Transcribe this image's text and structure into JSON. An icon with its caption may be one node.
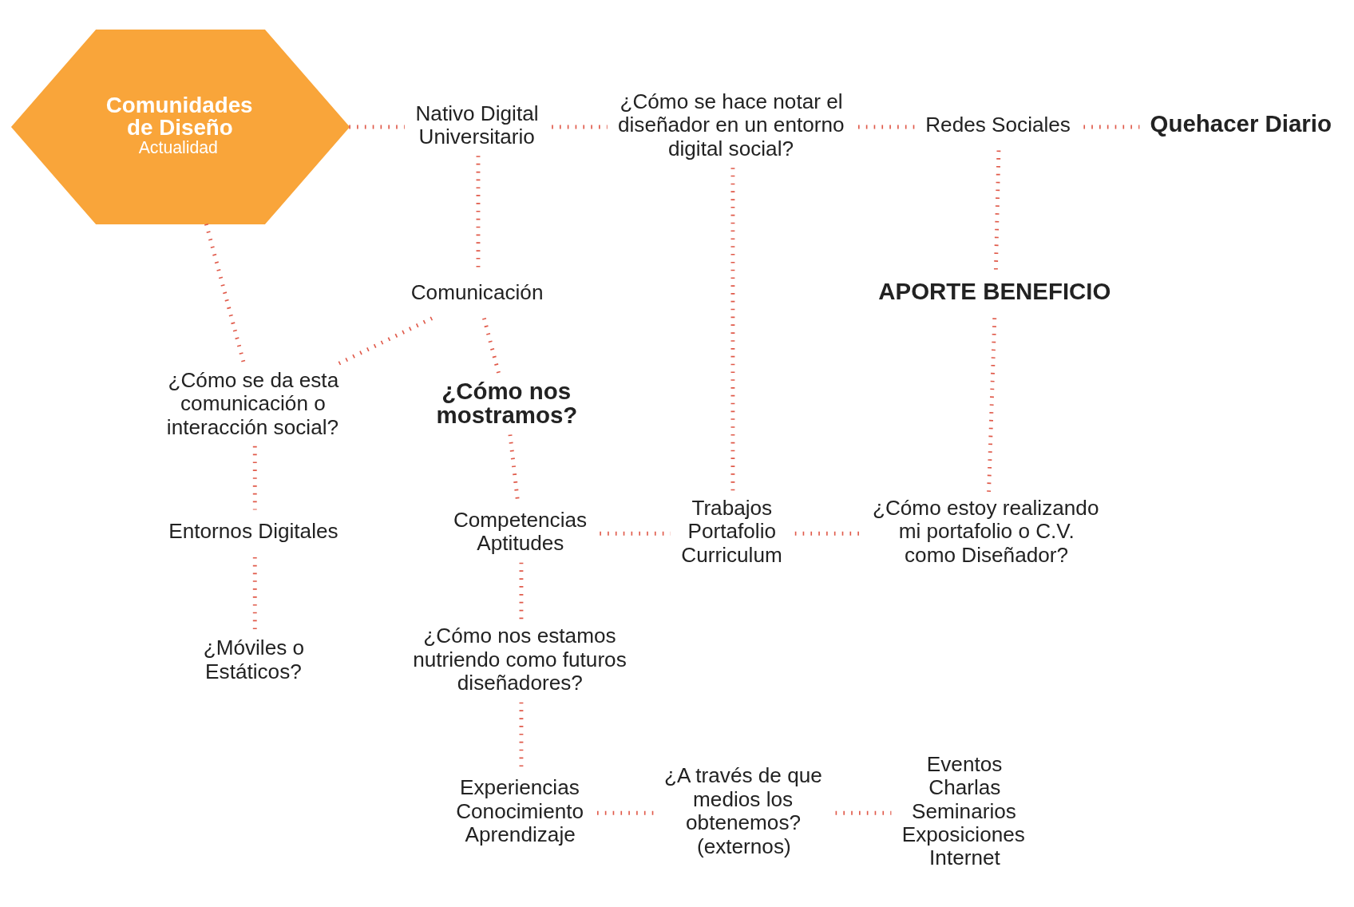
{
  "diagram": {
    "nodes": [
      {
        "text": [
          "Comunidades de Diseño",
          "Actualidad"
        ]
      },
      {
        "text": [
          "Nativo Digital Universitario"
        ]
      },
      {
        "text": [
          "¿Cómo se hace notar el diseñador en un entorno digital social?"
        ]
      },
      {
        "text": [
          "Redes Sociales"
        ]
      },
      {
        "text": [
          "Quehacer Diario"
        ]
      },
      {
        "text": [
          "Comunicación"
        ]
      },
      {
        "text": [
          "¿Cómo nos mostramos?"
        ]
      },
      {
        "text": [
          "APORTE BENEFICIO"
        ]
      },
      {
        "text": [
          "¿Cómo se da esta comunicación o interacción social?"
        ]
      },
      {
        "text": [
          "Competencias Aptitudes"
        ]
      },
      {
        "text": [
          "Trabajos Portafolio Curriculum"
        ]
      },
      {
        "text": [
          "¿Cómo estoy realizando mi portafolio o C.V. como Diseñador?"
        ]
      },
      {
        "text": [
          "Entornos Digitales"
        ]
      },
      {
        "text": [
          "¿Cómo nos estamos nutriendo como futuros diseñadores?"
        ]
      },
      {
        "text": [
          "¿Móviles o Estáticos?"
        ]
      },
      {
        "text": [
          "Experiencias Conocimiento Aprendizaje"
        ]
      },
      {
        "text": [
          "¿A través de que medios los obtenemos? (externos)"
        ]
      },
      {
        "text": [
          "Eventos Charlas Seminarios Exposiciones Internet"
        ]
      }
    ],
    "edges": [
      {
        "from": 0,
        "to": 1,
        "arrow": "none"
      },
      {
        "from": 1,
        "to": 2,
        "arrow": "none"
      },
      {
        "from": 2,
        "to": 3,
        "arrow": "none"
      },
      {
        "from": 3,
        "to": 4,
        "arrow": "none"
      },
      {
        "from": 1,
        "to": 5,
        "arrow": "none"
      },
      {
        "from": 5,
        "to": 6,
        "arrow": "none"
      },
      {
        "from": 5,
        "to": 8,
        "arrow": "none"
      },
      {
        "from": 0,
        "to": 8,
        "arrow": "none"
      },
      {
        "from": 6,
        "to": 9,
        "arrow": "none"
      },
      {
        "from": 2,
        "to": 10,
        "arrow": "none"
      },
      {
        "from": 3,
        "to": 7,
        "arrow": "none"
      },
      {
        "from": 7,
        "to": 11,
        "arrow": "none"
      },
      {
        "from": 9,
        "to": 10,
        "arrow": "none"
      },
      {
        "from": 10,
        "to": 11,
        "arrow": "none"
      },
      {
        "from": 8,
        "to": 12,
        "arrow": "none"
      },
      {
        "from": 12,
        "to": 14,
        "arrow": "none"
      },
      {
        "from": 9,
        "to": 13,
        "arrow": "none"
      },
      {
        "from": 13,
        "to": 15,
        "arrow": "none"
      },
      {
        "from": 15,
        "to": 16,
        "arrow": "none"
      },
      {
        "from": 16,
        "to": 17,
        "arrow": "none"
      }
    ]
  }
}
